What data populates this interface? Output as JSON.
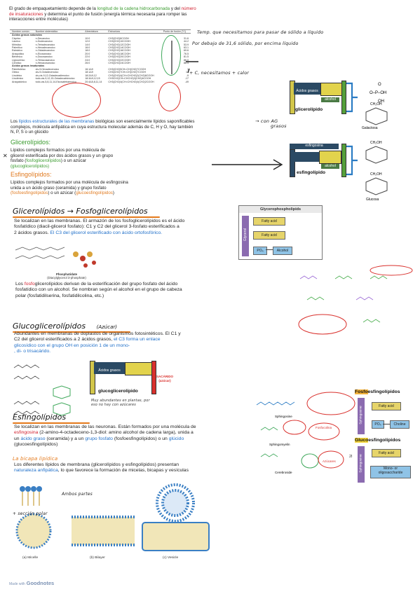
{
  "intro": {
    "l1a": "El grado de empaquetamiento depende de la ",
    "l1b": "longitud de la cadena hidrocarbonada",
    "l1c": " y del ",
    "l1d": "número",
    "l2a": "de insaturaciones",
    "l2b": " y determina el punto de fusión (energía térmica necesaria para romper las",
    "l3": "interacciones entre moléculas)"
  },
  "fa_table": {
    "headers": [
      "Nombre común",
      "Nombre sistemático",
      "Abreviatura",
      "Estructura",
      "Punto de fusión (°C)"
    ],
    "section_saturated": "Ácidos grasos saturados",
    "saturated": [
      [
        "Cáprico",
        "n-Decanoico",
        "10:0",
        "CH3(CH2)8COOH",
        "31.6"
      ],
      [
        "Láurico",
        "n-Dodecanoico",
        "12:0",
        "CH3(CH2)10COOH",
        "44.2"
      ],
      [
        "Mirístico",
        "n-Tetradecanoico",
        "14:0",
        "CH3(CH2)12COOH",
        "53.9"
      ],
      [
        "Palmítico",
        "n-Hexadecanoico",
        "16:0",
        "CH3(CH2)14COOH",
        "63.1"
      ],
      [
        "Esteárico",
        "n-Octadecanoico",
        "18:0",
        "CH3(CH2)16COOH",
        "69.6"
      ],
      [
        "Araquídico",
        "n-Eicosanoico",
        "20:0",
        "CH3(CH2)18COOH",
        "76.5"
      ],
      [
        "Behénico",
        "n-Docosanoico",
        "22:0",
        "CH3(CH2)20COOH",
        "81.5"
      ],
      [
        "Lignocérico",
        "n-Tetracosanoico",
        "24:0",
        "CH3(CH2)22COOH",
        "86.0"
      ],
      [
        "Cerótico",
        "n-Hexacosanoico",
        "26:0",
        "CH3(CH2)24COOH",
        "88.5"
      ]
    ],
    "section_unsaturated": "Ácidos grasos insaturados",
    "unsaturated": [
      [
        "Palmitoleico",
        "cis-9-Hexadecenoico",
        "16:1Δ9",
        "CH3(CH2)5CH=CH(CH2)7COOH",
        "1"
      ],
      [
        "Oleico",
        "cis-9-Octadecenoico",
        "18:1Δ9",
        "CH3(CH2)7CH=CH(CH2)7COOH",
        "13"
      ],
      [
        "Linoleico",
        "cis,cis-9,12-Octadecadienoico",
        "18:2Δ9,12",
        "CH3(CH2)4(CH=CHCH2)2(CH2)6COOH",
        "-9"
      ],
      [
        "Linolénico",
        "todo-cis-9,12,15-Octadecatrienoico",
        "18:3Δ9,12,15",
        "CH3CH2(CH=CHCH2)3(CH2)6COOH",
        "-17"
      ],
      [
        "Araquidónico",
        "todo-cis-5,8,11,14-Eicosatetraenoico",
        "20:4Δ5,8,11,14",
        "CH3(CH2)4(CH=CHCH2)4(CH2)2COOH",
        "-49"
      ]
    ]
  },
  "notes": {
    "n1": "Temp. que necesitamos para pasar de sólido a líquido",
    "n2": "Por debajo de 31,6 sólido, por encima líquido",
    "n3": "+ C, necesitamos + calor",
    "n4": "con AG",
    "n5": "grasos"
  },
  "lipids": {
    "intro1a": "Los ",
    "intro1b": "lípidos estructurales de las membranas",
    "intro1c": " biológicas son esencialmente lípidos saponificables",
    "intro2": "complejos, molécula anfipática en cuya estructura molecular además de C, H y O, hay también",
    "intro3": "N, P, S o un glúcido",
    "glycero_title": "Glicerolípidos:",
    "glycero1": "Lípidos complejos formados por una molécula de",
    "glycero2": "glicerol esterificada por dos ácidos grasos y un grupo",
    "glycero3a": "fosfato (",
    "glycero3b": "fosfoglicerolípidos",
    "glycero3c": ") o un azúcar",
    "glycero4": "(glucoglicerolípidos)",
    "sphingo_title": "Esfingolípidos:",
    "sphingo1": "Lípidos complejos formados por una molécula de esfingosina",
    "sphingo2": "unida a un ácido graso (ceramida) y grupo fosfato",
    "sphingo3a": "(fosfoesfingolípidos",
    "sphingo3b": ") o un azúcar (",
    "sphingo3c": "glucoesfingolípidos",
    "sphingo3d": ")"
  },
  "glycerolipid_diagram": {
    "fa1": "Ácidos grasos",
    "alcohol": "alcohol",
    "label": "glicerolípido"
  },
  "sphingolipid_diagram": {
    "top": "esfingosina",
    "alcohol": "alcohol",
    "label": "esfingolípido"
  },
  "sugars": {
    "s1": "Galactosa",
    "s2": "Glucosa"
  },
  "phospho": {
    "heading": "Glicerolípidos → Fosfoglicerolípidos",
    "p1": "Se localizan en las membranas. El armazón de los fosfoglicerolípidos es el ácido",
    "p2": "fosfatídico (diacil-glicerol fosfato): C1 y C2 del glicerol 3-fosfato esterificados a",
    "p3a": "2 ácidos grasos. ",
    "p3b": "El C3 del glicerol esterificado con ácido ortofosfórico.",
    "struct_label1": "Phosphatidate",
    "struct_label2": "(Diacylglycerol 3-phosphate)",
    "p4a": "Los ",
    "p4b": "fosfo",
    "p4c": "glicerolípidos derivan de la esterificación del grupo fosfato del ácido",
    "p5": "fosfatídico con un alcohol. Se nombran según el alcohol en el grupo de cabeza",
    "p6": "polar (fosfatidilserina, fosfatidilcolina, etc.)",
    "box_title": "Glycerophospholipids",
    "glycerol": "Glycerol",
    "fatty1": "Fatty acid",
    "fatty2": "Fatty acid",
    "po4": "PO₄",
    "alcohol": "Alcohol"
  },
  "gluco": {
    "heading": "Glucoglicerolípidos",
    "heading_note": "(Azúcar)",
    "p1": "Abundantes en membranas de doplastos de organismos fotosintéticos. El C1 y",
    "p2a": "C2 del glicerol esterificados a 2 ácidos grasos, ",
    "p2b": "el C3 forma un enlace",
    "p3": "glicosídico con el grupo OH en posición 1 de un mono-",
    "p4": ", di- o trisacárido.",
    "diag_fa": "Ácidos grasos",
    "diag_sugar": "SACÁRIDO",
    "diag_sugar2": "(azúcar)",
    "diag_label": "glucoglicerolípido",
    "note1": "Muy abundantes en plantas, por",
    "note2": "eso no hay con azúcares"
  },
  "sphingo": {
    "heading": "Esfingolípidos",
    "p1": "Se localizan en las membranas de las neuronas. Están formados por una molécula de",
    "p2a": "esfingosina",
    "p2b": " (2-amino-4-octadeceno-1,3-diol: amino alcohol de cadena larga), unida a",
    "p3a": "un ",
    "p3b": "ácido graso",
    "p3c": " (ceramida) y a un ",
    "p3d": "grupo fosfato",
    "p3e": " (fosfoesfingolípidos) o un ",
    "p3f": "glúcido",
    "p4": "(glucoesfingolípidos)",
    "fosfo_title_a": "Fosfo",
    "fosfo_title_b": "esfingolípidos",
    "sphingosine": "Sphingosine",
    "fatty": "Fatty acid",
    "po4": "PO₄",
    "choline": "Choline",
    "gluco_title_a": "Gluco",
    "gluco_title_b": "esfingolípidos",
    "fatty2": "Fatty acid",
    "mono": "Mono- or",
    "oligo": "oligosaccharide",
    "mark": "2I",
    "mol1": "Sphingosine",
    "mol2": "Sphingomyelin",
    "mol3": "Cerebroside",
    "mol4": "Fosfocolina",
    "mol5": "Azúcares"
  },
  "bilayer": {
    "heading": "La bicapa lipídica",
    "p1": "Los diferentes lípidos de membrana (glicerolípidos y esfingolípidos) presentan",
    "p2a": "naturaleza anfipática",
    "p2b": ", lo que favorece la formación de micelas, bicapas y vesículas",
    "note1": "+ sección polar",
    "note2": "Ambos partes",
    "cap_a": "(a) Micelle",
    "cap_b": "(b) Bilayer",
    "cap_c": "(c) Vesicle"
  },
  "footer": {
    "made_with": "Made with",
    "app": "Goodnotes"
  }
}
